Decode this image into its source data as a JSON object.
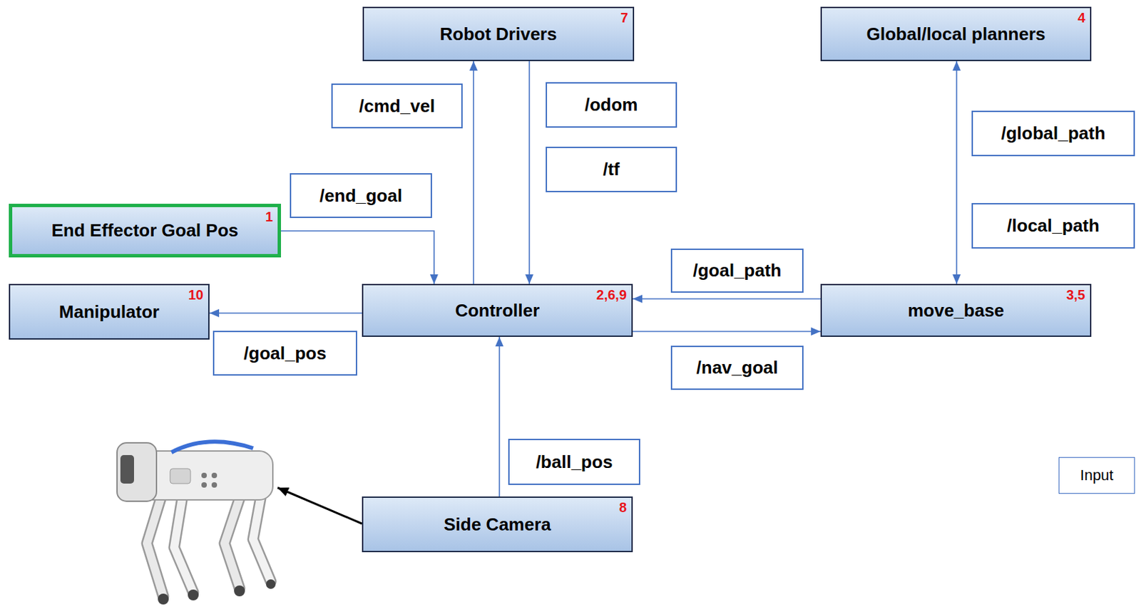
{
  "diagram": {
    "nodes": [
      {
        "text": [
          "Robot Drivers",
          "7"
        ]
      },
      {
        "text": [
          "Global/local planners",
          "4"
        ]
      },
      {
        "text": [
          "/cmd_vel"
        ]
      },
      {
        "text": [
          "/odom"
        ]
      },
      {
        "text": [
          "/global_path"
        ]
      },
      {
        "text": [
          "/tf"
        ]
      },
      {
        "text": [
          "/end_goal"
        ]
      },
      {
        "text": [
          "End Effector Goal Pos",
          "1"
        ]
      },
      {
        "text": [
          "/local_path"
        ]
      },
      {
        "text": [
          "/goal_path"
        ]
      },
      {
        "text": [
          "Manipulator",
          "10"
        ]
      },
      {
        "text": [
          "Controller",
          "2,6,9"
        ]
      },
      {
        "text": [
          "move_base",
          "3,5"
        ]
      },
      {
        "text": [
          "/goal_pos"
        ]
      },
      {
        "text": [
          "/nav_goal"
        ]
      },
      {
        "text": [
          "/ball_pos"
        ]
      },
      {
        "text": [
          "Input"
        ]
      },
      {
        "text": [
          "Side Camera",
          "8"
        ]
      }
    ],
    "edges": [
      {
        "from": 7,
        "to": 11,
        "arrow": "to"
      },
      {
        "from": 11,
        "to": 0,
        "arrow": "to"
      },
      {
        "from": 0,
        "to": 11,
        "arrow": "to"
      },
      {
        "from": 11,
        "to": 10,
        "arrow": "to"
      },
      {
        "from": 12,
        "to": 11,
        "arrow": "to"
      },
      {
        "from": 11,
        "to": 12,
        "arrow": "to"
      },
      {
        "from": 1,
        "to": 12,
        "arrow": "both"
      },
      {
        "from": 17,
        "to": 11,
        "arrow": "to"
      }
    ]
  }
}
